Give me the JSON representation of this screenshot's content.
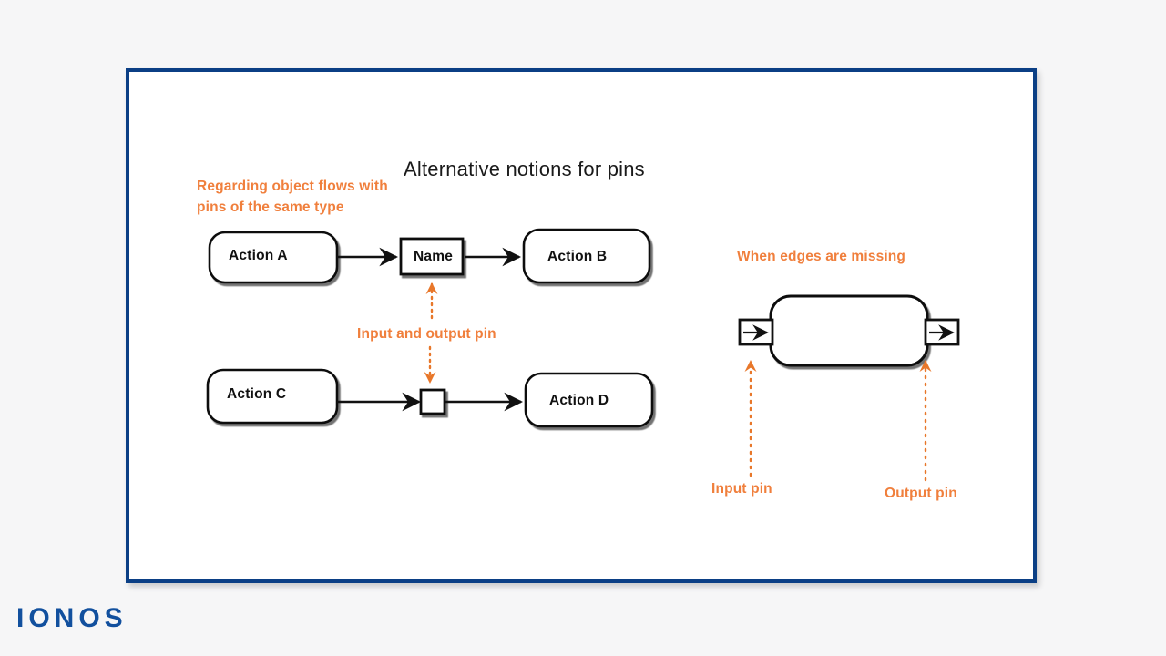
{
  "canvas": {
    "background_color": "#f6f6f7",
    "frame_border_color": "#0b3f85",
    "frame_fill_color": "#ffffff"
  },
  "slide": {
    "title": "Alternative notions for pins",
    "accent_color": "#f07f3c",
    "stroke_color": "#111111"
  },
  "annotations": {
    "left_note_line1": "Regarding object flows with",
    "left_note_line2": "pins of the same type",
    "middle_note": "Input and output pin",
    "right_note": "When edges are missing",
    "input_pin_label": "Input pin",
    "output_pin_label": "Output pin"
  },
  "nodes": {
    "action_a": "Action A",
    "action_b": "Action B",
    "action_c": "Action C",
    "action_d": "Action D",
    "pin_name": "Name"
  },
  "brand": {
    "logo_text": "IONOS",
    "logo_color": "#12509e"
  }
}
